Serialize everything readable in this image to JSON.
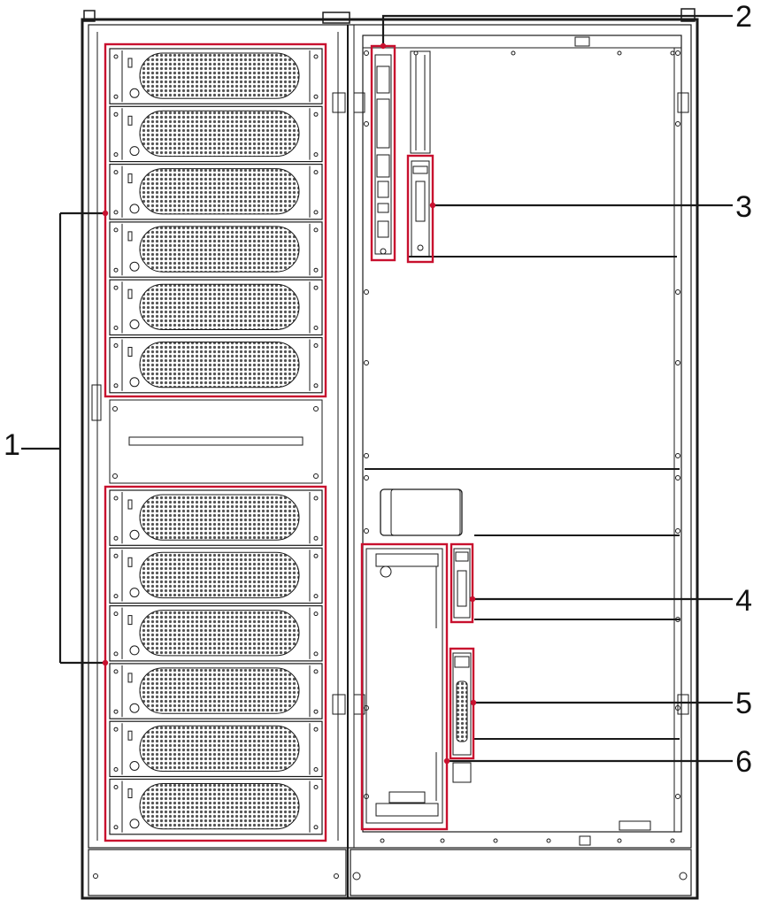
{
  "colors": {
    "highlight": "#c8102e",
    "line": "#1a1a1a",
    "grille": "#4a4a4a",
    "panel": "#ffffff"
  },
  "callouts": [
    {
      "id": "1",
      "label": "1"
    },
    {
      "id": "2",
      "label": "2"
    },
    {
      "id": "3",
      "label": "3"
    },
    {
      "id": "4",
      "label": "4"
    },
    {
      "id": "5",
      "label": "5"
    },
    {
      "id": "6",
      "label": "6"
    }
  ],
  "left_upper_modules": 6,
  "left_lower_modules": 6
}
